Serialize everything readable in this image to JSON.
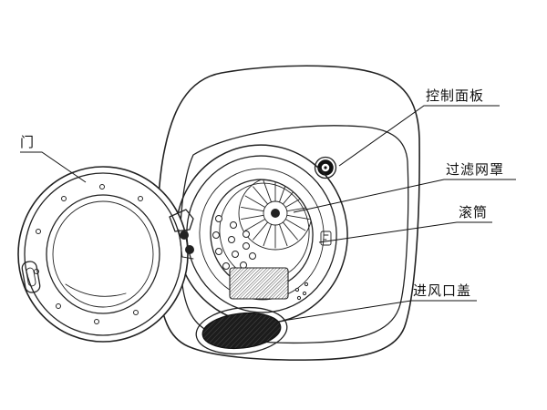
{
  "diagram": {
    "title": "washing-machine-parts-diagram",
    "background_color": "#ffffff",
    "line_color": "#222222",
    "labels": {
      "door": "门",
      "control_panel": "控制面板",
      "filter_cover": "过滤网罩",
      "drum": "滚筒",
      "air_inlet_cover": "进风口盖"
    }
  }
}
